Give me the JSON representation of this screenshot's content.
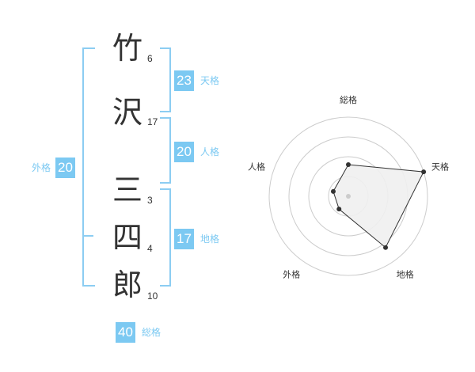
{
  "name": {
    "characters": [
      {
        "char": "竹",
        "strokes": "6"
      },
      {
        "char": "沢",
        "strokes": "17"
      },
      {
        "char": "三",
        "strokes": "3"
      },
      {
        "char": "四",
        "strokes": "4"
      },
      {
        "char": "郎",
        "strokes": "10"
      }
    ]
  },
  "scores": {
    "tenkaku": {
      "value": "23",
      "label": "天格"
    },
    "jinkaku": {
      "value": "20",
      "label": "人格"
    },
    "chikaku": {
      "value": "17",
      "label": "地格"
    },
    "gaikaku": {
      "value": "20",
      "label": "外格"
    },
    "soukaku": {
      "value": "40",
      "label": "総格"
    }
  },
  "chart_data": {
    "type": "radar",
    "axes": [
      "総格",
      "天格",
      "地格",
      "外格",
      "人格"
    ],
    "values": [
      2,
      5,
      4,
      1,
      1
    ],
    "max": 5,
    "rings": 4,
    "colors": {
      "fill": "#efefef",
      "line": "#333333",
      "ring": "#cccccc",
      "center": "#cccccc"
    }
  },
  "colors": {
    "accent": "#7cc9f2",
    "bracket": "#8ccdf2",
    "text": "#333333"
  }
}
